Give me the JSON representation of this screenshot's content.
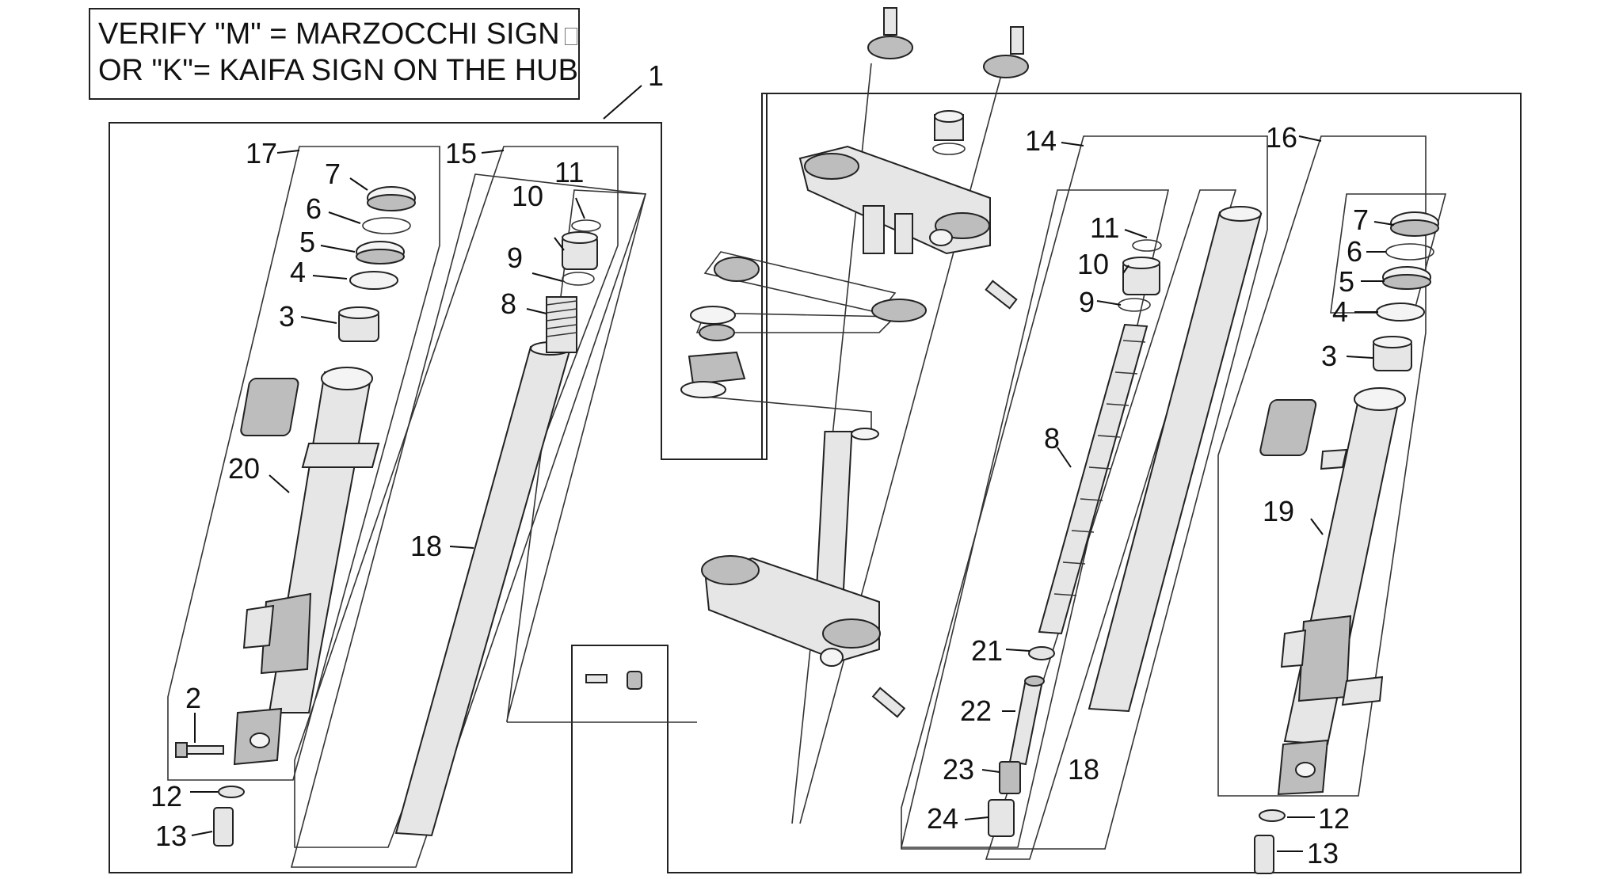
{
  "note": {
    "line1": "VERIFY \"M\" = MARZOCCHI SIGN",
    "line2": "OR \"K\"= KAIFA SIGN ON THE HUB"
  },
  "callouts": {
    "c1": "1",
    "c2": "2",
    "c3_left": "3",
    "c3_right": "3",
    "c4_left": "4",
    "c4_right": "4",
    "c5_left": "5",
    "c5_right": "5",
    "c6_left": "6",
    "c6_right": "6",
    "c7_left": "7",
    "c7_right": "7",
    "c8_left": "8",
    "c8_right": "8",
    "c9_left": "9",
    "c9_right": "9",
    "c10_left": "10",
    "c10_right": "10",
    "c11_left": "11",
    "c11_right": "11",
    "c12_left": "12",
    "c12_right": "12",
    "c13_left": "13",
    "c13_right": "13",
    "c14": "14",
    "c15": "15",
    "c16": "16",
    "c17": "17",
    "c18_left": "18",
    "c18_right": "18",
    "c19": "19",
    "c20": "20",
    "c21": "21",
    "c22": "22",
    "c23": "23",
    "c24": "24"
  }
}
